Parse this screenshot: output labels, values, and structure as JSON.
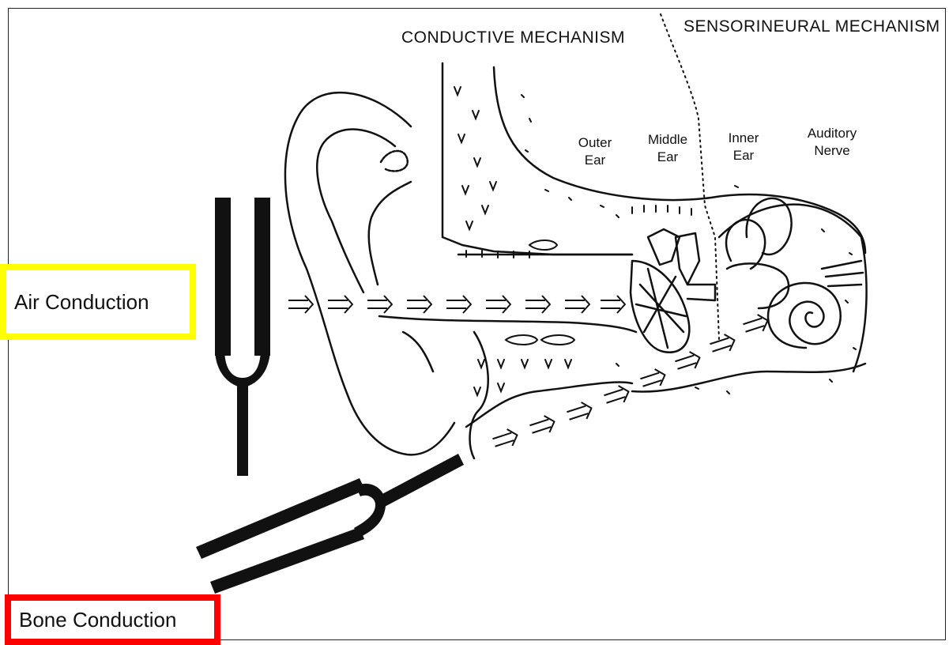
{
  "headers": {
    "conductive": "CONDUCTIVE MECHANISM",
    "sensorineural": "SENSORINEURAL MECHANISM"
  },
  "parts": {
    "outer_ear": [
      "Outer",
      "Ear"
    ],
    "middle_ear": [
      "Middle",
      "Ear"
    ],
    "inner_ear": [
      "Inner",
      "Ear"
    ],
    "auditory_nerve": [
      "Auditory",
      "Nerve"
    ]
  },
  "callouts": {
    "air": "Air Conduction",
    "bone": "Bone Conduction"
  },
  "colors": {
    "air_box": "#ffff00",
    "bone_box": "#ff0000",
    "ink": "#111111"
  }
}
